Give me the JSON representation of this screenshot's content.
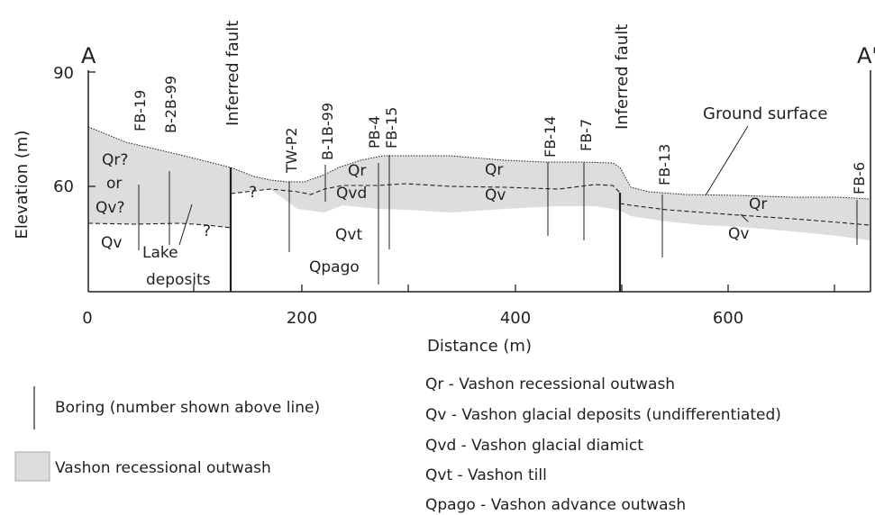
{
  "section": {
    "start_label": "A",
    "end_label": "A'"
  },
  "axes": {
    "y_title": "Elevation (m)",
    "x_title": "Distance (m)",
    "y_ticks": [
      "90",
      "60"
    ],
    "x_ticks": [
      "0",
      "200",
      "400",
      "600"
    ]
  },
  "faults": {
    "label_1": "Inferred fault",
    "label_2": "Inferred fault"
  },
  "borings": [
    "FB-19",
    "B-2B-99",
    "TW-P2",
    "B-1B-99",
    "PB-4",
    "FB-15",
    "FB-14",
    "FB-7",
    "FB-13",
    "FB-6"
  ],
  "units_text": {
    "qr_q": "Qr?",
    "or": "or",
    "qv_q": "Qv?",
    "qv_left": "Qv",
    "lake_1": "Lake",
    "lake_2": "deposits",
    "q_1": "?",
    "q_2": "?",
    "qr_mid": "Qr",
    "qvd": "Qvd",
    "qvt": "Qvt",
    "qpago": "Qpago",
    "qr_right_a": "Qr",
    "qv_right_a": "Qv",
    "qr_right_b": "Qr",
    "qv_right_b": "Qv"
  },
  "ground_surface_label": "Ground surface",
  "legend": {
    "boring": "Boring (number shown above line)",
    "outwash": "Vashon recessional outwash",
    "units": [
      "Qr - Vashon recessional outwash",
      "Qv - Vashon glacial deposits (undifferentiated)",
      "Qvd - Vashon glacial diamict",
      "Qvt - Vashon till",
      "Qpago - Vashon advance outwash"
    ]
  },
  "colors": {
    "fill": "#dcdddf",
    "ink": "#231f20"
  }
}
